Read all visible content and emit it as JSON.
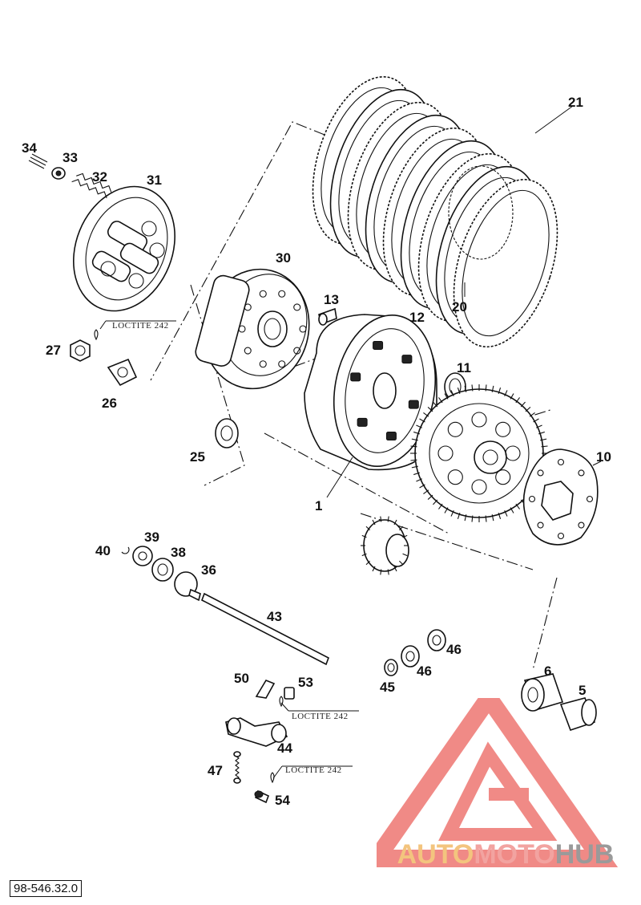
{
  "diagram": {
    "callouts": [
      {
        "id": "34",
        "label": "34"
      },
      {
        "id": "33",
        "label": "33"
      },
      {
        "id": "32",
        "label": "32"
      },
      {
        "id": "31",
        "label": "31"
      },
      {
        "id": "21",
        "label": "21"
      },
      {
        "id": "20",
        "label": "20"
      },
      {
        "id": "30",
        "label": "30"
      },
      {
        "id": "13",
        "label": "13"
      },
      {
        "id": "12",
        "label": "12"
      },
      {
        "id": "27",
        "label": "27"
      },
      {
        "id": "26",
        "label": "26"
      },
      {
        "id": "25",
        "label": "25"
      },
      {
        "id": "11",
        "label": "11"
      },
      {
        "id": "10",
        "label": "10"
      },
      {
        "id": "1",
        "label": "1"
      },
      {
        "id": "40",
        "label": "40"
      },
      {
        "id": "39",
        "label": "39"
      },
      {
        "id": "38",
        "label": "38"
      },
      {
        "id": "36",
        "label": "36"
      },
      {
        "id": "43",
        "label": "43"
      },
      {
        "id": "46a",
        "label": "46"
      },
      {
        "id": "46b",
        "label": "46"
      },
      {
        "id": "45",
        "label": "45"
      },
      {
        "id": "6",
        "label": "6"
      },
      {
        "id": "5",
        "label": "5"
      },
      {
        "id": "50",
        "label": "50"
      },
      {
        "id": "53",
        "label": "53"
      },
      {
        "id": "44",
        "label": "44"
      },
      {
        "id": "47",
        "label": "47"
      },
      {
        "id": "54",
        "label": "54"
      }
    ],
    "notes": {
      "loctite_1": "LOCTITE 242",
      "loctite_2": "LOCTITE 242",
      "loctite_3": "LOCTITE 242"
    },
    "reference_code": "98-546.32.0"
  },
  "watermark": {
    "brand_part1": "AUTO",
    "brand_part2": "MOTO",
    "brand_part3": "HUB",
    "colors": {
      "auto": "#f3c47e",
      "moto": "#f2a3a0",
      "hub": "#9a9a9a",
      "triangle": "#f08a86"
    }
  }
}
